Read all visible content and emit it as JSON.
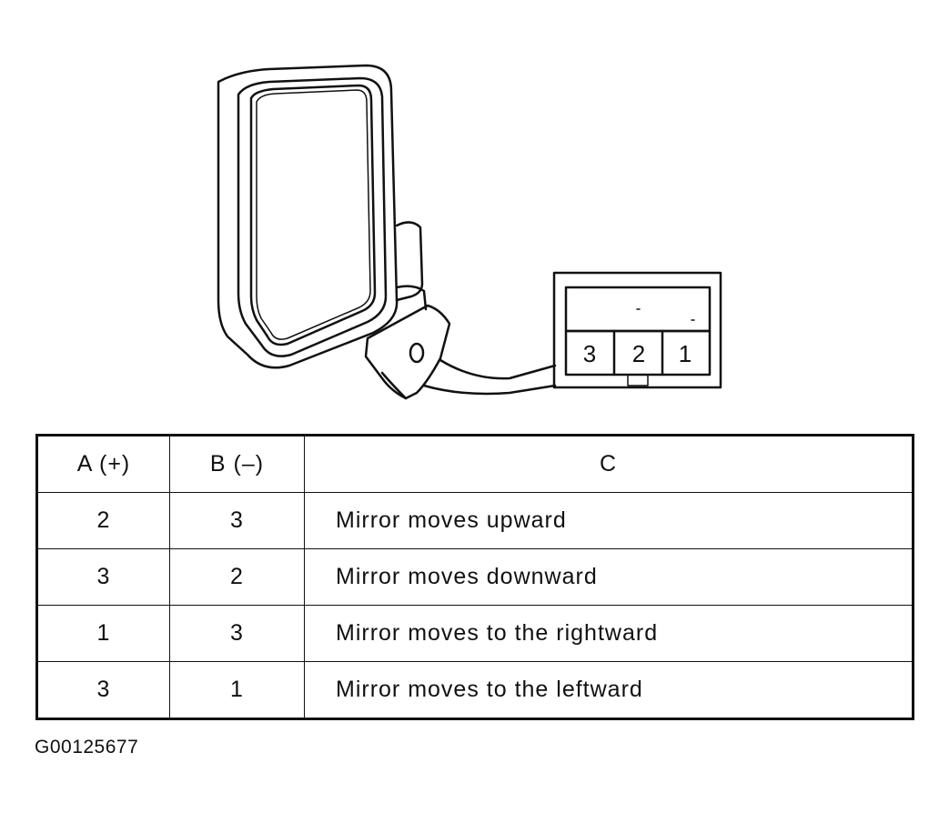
{
  "connector": {
    "pins": [
      "3",
      "2",
      "1"
    ]
  },
  "table": {
    "headers": [
      "A (+)",
      "B (–)",
      "C"
    ],
    "rows": [
      {
        "a": "2",
        "b": "3",
        "c": "Mirror moves upward"
      },
      {
        "a": "3",
        "b": "2",
        "c": "Mirror moves downward"
      },
      {
        "a": "1",
        "b": "3",
        "c": "Mirror moves to the rightward"
      },
      {
        "a": "3",
        "b": "1",
        "c": "Mirror moves to the leftward"
      }
    ]
  },
  "figure_id": "G00125677"
}
